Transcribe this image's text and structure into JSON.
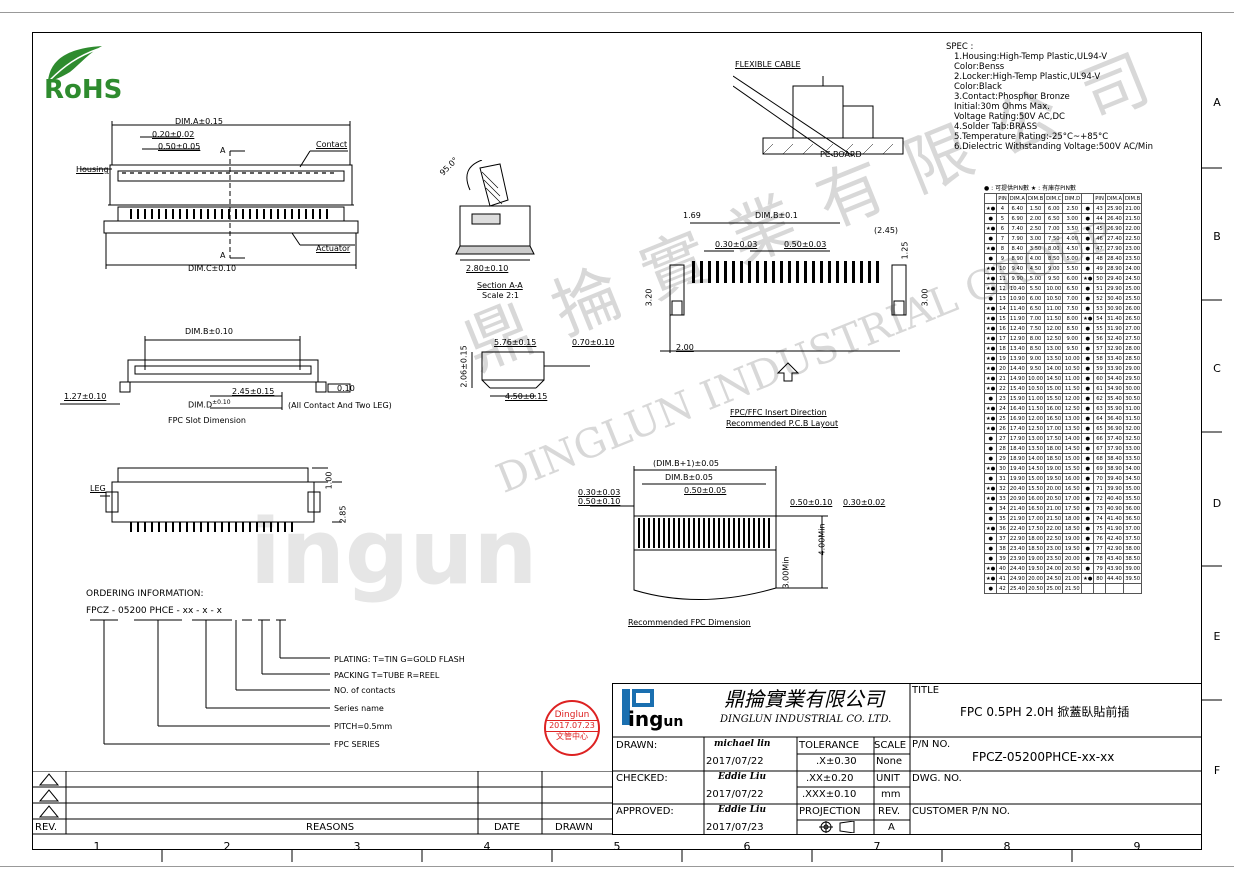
{
  "rohs_text": "RoHS",
  "watermark": {
    "cn": "鼎 掄 實 業 有 限 公 司",
    "en": "DINGLUN INDUSTRIAL GROUP",
    "logo_main": "ing",
    "logo_sub": "un"
  },
  "grid": {
    "rows": [
      "A",
      "B",
      "C",
      "D",
      "E",
      "F"
    ],
    "cols": [
      "1",
      "2",
      "3",
      "4",
      "5",
      "6",
      "7",
      "8",
      "9"
    ]
  },
  "top_view": {
    "dim_a": "DIM.A±0.15",
    "pitch1": "0.20±0.02",
    "pitch2": "0.50±0.05",
    "section_mark": "A",
    "contact": "Contact",
    "housing": "Housing",
    "actuator": "Actuator",
    "dim_c": "DIM.C±0.10"
  },
  "slot_view": {
    "dim_b": "DIM.B±0.10",
    "d127": "1.27±0.10",
    "d245": "2.45±0.15",
    "dim_d": "DIM.D",
    "dim_d_tol": "±0.10",
    "flatness": "0.10",
    "note": "(All Contact And Two LEG)",
    "caption": "FPC Slot Dimension"
  },
  "bottom_view": {
    "leg": "LEG",
    "d100": "1.00",
    "d285": "2.85"
  },
  "section": {
    "angle": "95.0°",
    "w": "2.80±0.10",
    "title": "Section A-A",
    "scale": "Scale 2:1"
  },
  "side_view": {
    "d576": "5.76±0.15",
    "d070": "0.70±0.10",
    "d206": "2.06±0.15",
    "d450": "4.50±0.15"
  },
  "inset": {
    "flexible_cable": "FLEXIBLE CABLE",
    "pc_board": "PC BOARD"
  },
  "pcb_layout": {
    "d169": "1.69",
    "dim_b": "DIM.B±0.1",
    "d030": "0.30±0.03",
    "d050": "0.50±0.03",
    "d245": "(2.45)",
    "d125": "1.25",
    "d320": "3.20",
    "d300": "3.00",
    "d200": "2.00",
    "dir": "FPC/FFC Insert Direction",
    "caption": "Recommended P.C.B Layout"
  },
  "fpc_dim": {
    "b1": "(DIM.B+1)±0.05",
    "b": "DIM.B±0.05",
    "d030": "0.30±0.03",
    "d050a": "0.50±0.10",
    "d050b": "0.50±0.05",
    "d050c": "0.50±0.10",
    "d030b": "0.30±0.02",
    "d400": "4.00Min",
    "d300": "3.00Min",
    "caption": "Recommended FPC Dimension"
  },
  "ordering": {
    "title": "ORDERING  INFORMATION:",
    "code": "FPCZ  - 05200   PHCE  - xx  - x - x",
    "items": [
      "PLATING: T=TIN  G=GOLD FLASH",
      "PACKING  T=TUBE  R=REEL",
      "NO. of contacts",
      "Series name",
      "PITCH=0.5mm",
      "FPC SERIES"
    ]
  },
  "spec": {
    "title": "SPEC :",
    "lines": [
      "1.Housing:High-Temp  Plastic,UL94-V",
      "   Color:Benss",
      "2.Locker:High-Temp  Plastic,UL94-V",
      "   Color:Black",
      "3.Contact:Phosphor  Bronze",
      "   Initial:30m  Ohms  Max.",
      "   Voltage  Rating:50V  AC,DC",
      "4.Solder  Tab:BRASS",
      "5.Temperature  Rating:-25°C~+85°C",
      "6.Dielectric  Withstanding  Voltage:500V  AC/Min"
    ]
  },
  "pin_table": {
    "caption": "● : 可提供PIN數  ★ : 有庫存PIN數",
    "headers": [
      "PIN",
      "DIM.A",
      "DIM.B",
      "DIM.C",
      "DIM.D"
    ],
    "left": [
      [
        "★●",
        "4",
        "6.40",
        "1.50",
        "6.00",
        "2.50"
      ],
      [
        "●",
        "5",
        "6.90",
        "2.00",
        "6.50",
        "3.00"
      ],
      [
        "★●",
        "6",
        "7.40",
        "2.50",
        "7.00",
        "3.50"
      ],
      [
        "●",
        "7",
        "7.90",
        "3.00",
        "7.50",
        "4.00"
      ],
      [
        "★●",
        "8",
        "8.40",
        "3.50",
        "8.00",
        "4.50"
      ],
      [
        "●",
        "9",
        "8.90",
        "4.00",
        "8.50",
        "5.00"
      ],
      [
        "★●",
        "10",
        "9.40",
        "4.50",
        "9.00",
        "5.50"
      ],
      [
        "★●",
        "11",
        "9.90",
        "5.00",
        "9.50",
        "6.00"
      ],
      [
        "★●",
        "12",
        "10.40",
        "5.50",
        "10.00",
        "6.50"
      ],
      [
        "●",
        "13",
        "10.90",
        "6.00",
        "10.50",
        "7.00"
      ],
      [
        "★●",
        "14",
        "11.40",
        "6.50",
        "11.00",
        "7.50"
      ],
      [
        "★●",
        "15",
        "11.90",
        "7.00",
        "11.50",
        "8.00"
      ],
      [
        "★●",
        "16",
        "12.40",
        "7.50",
        "12.00",
        "8.50"
      ],
      [
        "★●",
        "17",
        "12.90",
        "8.00",
        "12.50",
        "9.00"
      ],
      [
        "★●",
        "18",
        "13.40",
        "8.50",
        "13.00",
        "9.50"
      ],
      [
        "★●",
        "19",
        "13.90",
        "9.00",
        "13.50",
        "10.00"
      ],
      [
        "★●",
        "20",
        "14.40",
        "9.50",
        "14.00",
        "10.50"
      ],
      [
        "★●",
        "21",
        "14.90",
        "10.00",
        "14.50",
        "11.00"
      ],
      [
        "★●",
        "22",
        "15.40",
        "10.50",
        "15.00",
        "11.50"
      ],
      [
        "●",
        "23",
        "15.90",
        "11.00",
        "15.50",
        "12.00"
      ],
      [
        "★●",
        "24",
        "16.40",
        "11.50",
        "16.00",
        "12.50"
      ],
      [
        "★●",
        "25",
        "16.90",
        "12.00",
        "16.50",
        "13.00"
      ],
      [
        "★●",
        "26",
        "17.40",
        "12.50",
        "17.00",
        "13.50"
      ],
      [
        "●",
        "27",
        "17.90",
        "13.00",
        "17.50",
        "14.00"
      ],
      [
        "●",
        "28",
        "18.40",
        "13.50",
        "18.00",
        "14.50"
      ],
      [
        "●",
        "29",
        "18.90",
        "14.00",
        "18.50",
        "15.00"
      ],
      [
        "★●",
        "30",
        "19.40",
        "14.50",
        "19.00",
        "15.50"
      ],
      [
        "●",
        "31",
        "19.90",
        "15.00",
        "19.50",
        "16.00"
      ],
      [
        "★●",
        "32",
        "20.40",
        "15.50",
        "20.00",
        "16.50"
      ],
      [
        "★●",
        "33",
        "20.90",
        "16.00",
        "20.50",
        "17.00"
      ],
      [
        "●",
        "34",
        "21.40",
        "16.50",
        "21.00",
        "17.50"
      ],
      [
        "●",
        "35",
        "21.90",
        "17.00",
        "21.50",
        "18.00"
      ],
      [
        "★●",
        "36",
        "22.40",
        "17.50",
        "22.00",
        "18.50"
      ],
      [
        "●",
        "37",
        "22.90",
        "18.00",
        "22.50",
        "19.00"
      ],
      [
        "●",
        "38",
        "23.40",
        "18.50",
        "23.00",
        "19.50"
      ],
      [
        "●",
        "39",
        "23.90",
        "19.00",
        "23.50",
        "20.00"
      ],
      [
        "★●",
        "40",
        "24.40",
        "19.50",
        "24.00",
        "20.50"
      ],
      [
        "★●",
        "41",
        "24.90",
        "20.00",
        "24.50",
        "21.00"
      ],
      [
        "●",
        "42",
        "25.40",
        "20.50",
        "25.00",
        "21.50"
      ]
    ],
    "right": [
      [
        "●",
        "43",
        "25.90",
        "21.00"
      ],
      [
        "●",
        "44",
        "26.40",
        "21.50"
      ],
      [
        "●",
        "45",
        "26.90",
        "22.00"
      ],
      [
        "●",
        "46",
        "27.40",
        "22.50"
      ],
      [
        "●",
        "47",
        "27.90",
        "23.00"
      ],
      [
        "●",
        "48",
        "28.40",
        "23.50"
      ],
      [
        "●",
        "49",
        "28.90",
        "24.00"
      ],
      [
        "★●",
        "50",
        "29.40",
        "24.50"
      ],
      [
        "●",
        "51",
        "29.90",
        "25.00"
      ],
      [
        "●",
        "52",
        "30.40",
        "25.50"
      ],
      [
        "●",
        "53",
        "30.90",
        "26.00"
      ],
      [
        "★●",
        "54",
        "31.40",
        "26.50"
      ],
      [
        "●",
        "55",
        "31.90",
        "27.00"
      ],
      [
        "●",
        "56",
        "32.40",
        "27.50"
      ],
      [
        "●",
        "57",
        "32.90",
        "28.00"
      ],
      [
        "●",
        "58",
        "33.40",
        "28.50"
      ],
      [
        "●",
        "59",
        "33.90",
        "29.00"
      ],
      [
        "●",
        "60",
        "34.40",
        "29.50"
      ],
      [
        "●",
        "61",
        "34.90",
        "30.00"
      ],
      [
        "●",
        "62",
        "35.40",
        "30.50"
      ],
      [
        "●",
        "63",
        "35.90",
        "31.00"
      ],
      [
        "●",
        "64",
        "36.40",
        "31.50"
      ],
      [
        "●",
        "65",
        "36.90",
        "32.00"
      ],
      [
        "●",
        "66",
        "37.40",
        "32.50"
      ],
      [
        "●",
        "67",
        "37.90",
        "33.00"
      ],
      [
        "●",
        "68",
        "38.40",
        "33.50"
      ],
      [
        "●",
        "69",
        "38.90",
        "34.00"
      ],
      [
        "●",
        "70",
        "39.40",
        "34.50"
      ],
      [
        "●",
        "71",
        "39.90",
        "35.00"
      ],
      [
        "●",
        "72",
        "40.40",
        "35.50"
      ],
      [
        "●",
        "73",
        "40.90",
        "36.00"
      ],
      [
        "●",
        "74",
        "41.40",
        "36.50"
      ],
      [
        "●",
        "75",
        "41.90",
        "37.00"
      ],
      [
        "●",
        "76",
        "42.40",
        "37.50"
      ],
      [
        "●",
        "77",
        "42.90",
        "38.00"
      ],
      [
        "●",
        "78",
        "43.40",
        "38.50"
      ],
      [
        "●",
        "79",
        "43.90",
        "39.00"
      ],
      [
        "★●",
        "80",
        "44.40",
        "39.50"
      ],
      [
        "",
        "",
        " ",
        ""
      ]
    ]
  },
  "stamp": {
    "top": "Dinglun",
    "date": "2017.07.23",
    "bottom": "文管中心"
  },
  "title_block": {
    "company_cn": "鼎掄實業有限公司",
    "company_en": "DINGLUN  INDUSTRIAL  CO.  LTD.",
    "logo_ing": "ing",
    "logo_un": "un",
    "title_label": "TITLE",
    "title": "FPC  0.5PH  2.0H  掀蓋臥貼前插",
    "drawn": "DRAWN:",
    "drawn_name": "michael lin",
    "drawn_date": "2017/07/22",
    "checked": "CHECKED:",
    "checked_name": "Eddie Liu",
    "checked_date": "2017/07/22",
    "approved": "APPROVED:",
    "approved_name": "Eddie Liu",
    "approved_date": "2017/07/23",
    "tolerance": "TOLERANCE",
    "tol1": ".X±0.30",
    "tol2": ".XX±0.20",
    "tol3": ".XXX±0.10",
    "projection": "PROJECTION",
    "scale": "SCALE",
    "scale_val": "None",
    "unit": "UNIT",
    "unit_val": "mm",
    "rev": "REV.",
    "rev_val": "A",
    "pn_label": "P/N  NO.",
    "pn": "FPCZ-05200PHCE-xx-xx",
    "dwg": "DWG.  NO.",
    "customer": "CUSTOMER  P/N  NO."
  },
  "revision": {
    "rev": "REV.",
    "reasons": "REASONS",
    "date": "DATE",
    "drawn": "DRAWN"
  }
}
